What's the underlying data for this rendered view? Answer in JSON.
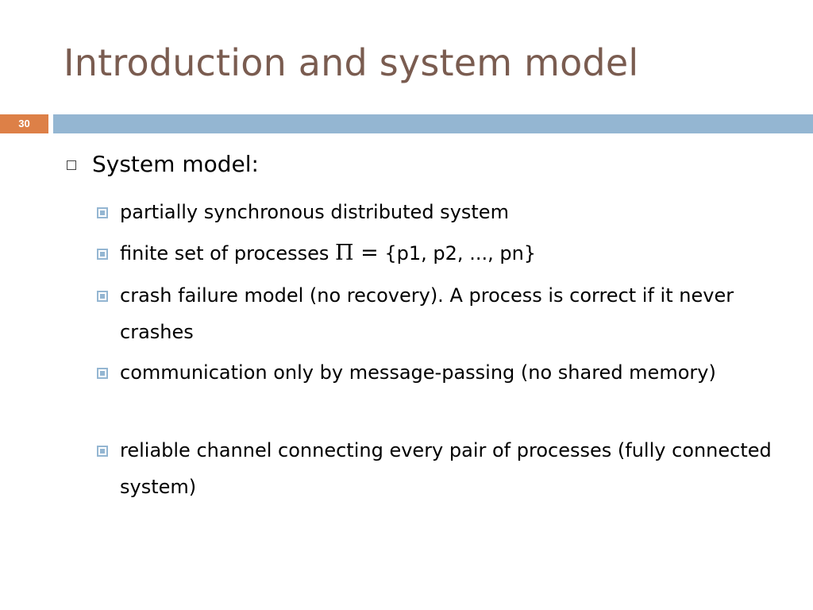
{
  "slide": {
    "title": "Introduction and system model",
    "number": "30"
  },
  "content": {
    "heading": "System model:",
    "items": [
      {
        "text": "partially synchronous distributed system"
      },
      {
        "prefix": "finite set of processes ",
        "symbol": "Π =",
        "suffix": " {p1, p2, ..., pn}"
      },
      {
        "text": "crash failure model (no recovery). A process is correct if it never crashes"
      },
      {
        "text": "communication only by message-passing (no shared memory)"
      },
      {
        "text": "reliable channel connecting every pair of processes (fully connected system)"
      }
    ]
  },
  "colors": {
    "title": "#7a5c50",
    "slide_number_bg": "#dd8047",
    "bar": "#94b6d2"
  },
  "icons": {
    "level1_bullet": "hollow-square-icon",
    "level2_bullet": "nested-square-icon"
  }
}
